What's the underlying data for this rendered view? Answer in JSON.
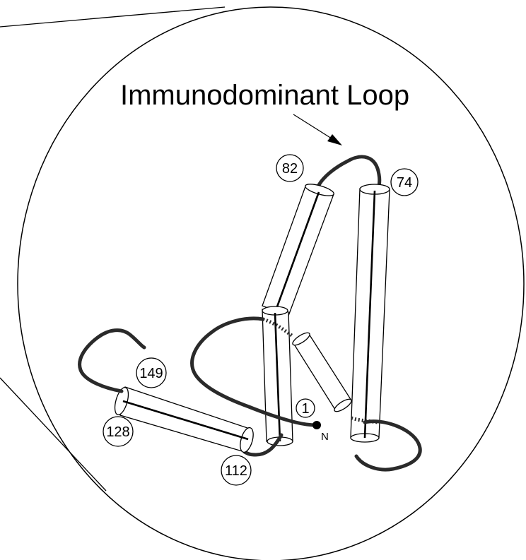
{
  "diagram": {
    "title": "Immunodominant Loop",
    "residue_labels": {
      "r82": "82",
      "r74": "74",
      "r149": "149",
      "r1": "1",
      "r128": "128",
      "r112": "112"
    },
    "terminus_label": "N"
  }
}
